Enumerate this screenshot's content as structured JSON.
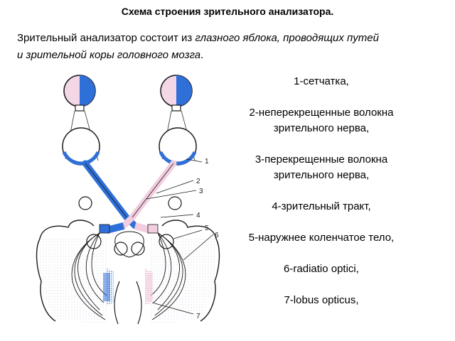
{
  "title": "Схема строения зрительного анализатора.",
  "intro": {
    "prefix": "Зрительный анализатор состоит из ",
    "emphasis_1": "глазного яблока, проводящих путей",
    "emphasis_2": "и зрительной коры головного мозга",
    "suffix": "."
  },
  "legend": [
    "1-сетчатка,",
    "2-неперекрещенные волокна зрительного нерва,",
    "3-перекрещенные волокна зрительного нерва,",
    "4-зрительный тракт,",
    "5-наружнее коленчатое тело,",
    "6-radiatio optici,",
    "7-lobus opticus,"
  ],
  "diagram": {
    "labels": [
      "1",
      "2",
      "3",
      "4",
      "5",
      "6",
      "7"
    ],
    "colors": {
      "left_pathway": "#2f6fd8",
      "right_pathway": "#f2cde0",
      "outline": "#1a1a1a"
    }
  }
}
